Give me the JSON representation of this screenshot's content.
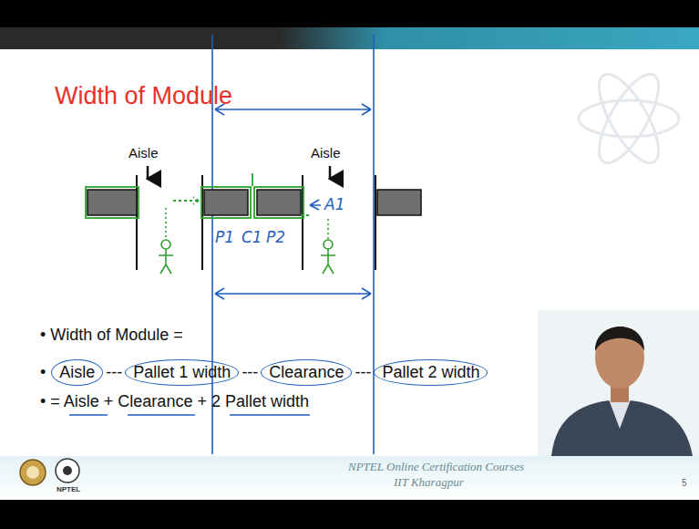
{
  "diagram": {
    "title": "Width of Module",
    "nodes": [
      {
        "text": [
          "Aisle"
        ]
      },
      {
        "text": [
          "Pallet 1 width"
        ]
      },
      {
        "text": [
          "Clearance"
        ]
      },
      {
        "text": [
          "Pallet 2 width"
        ]
      }
    ],
    "labels": [
      "Aisle",
      "Aisle",
      "P1",
      "C1",
      "P2",
      "A1",
      "• Width of Module =",
      "•",
      "---",
      "---",
      "---",
      "• = Aisle + Clearance + 2 Pallet width",
      "NPTEL Online Certification Courses",
      "IIT Kharagpur",
      "5",
      "NPTEL"
    ]
  }
}
